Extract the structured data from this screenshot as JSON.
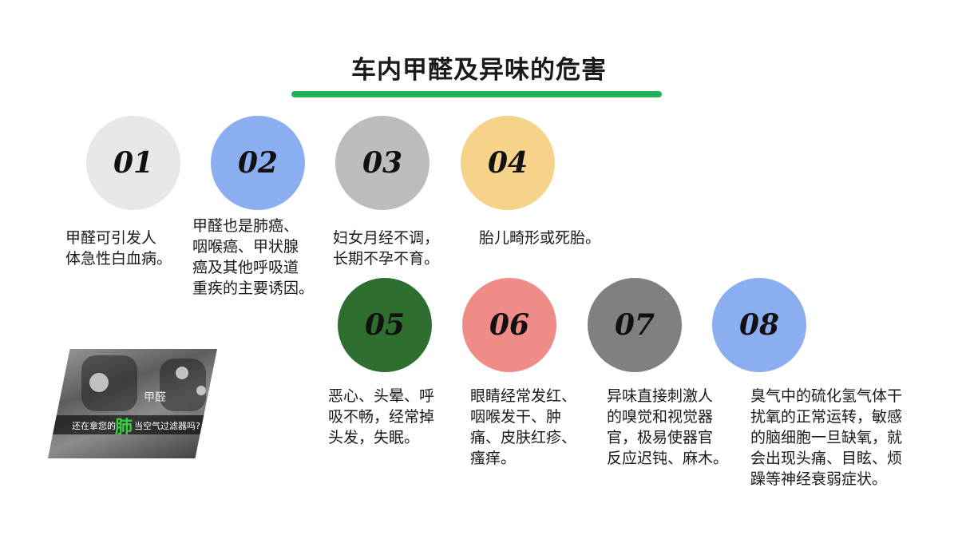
{
  "slide": {
    "title": "车内甲醛及异味的危害",
    "accent_color": "#21b159"
  },
  "items": [
    {
      "num": "01",
      "color": "#e8e6e7",
      "text": "甲醛可引发人\n体急性白血病。"
    },
    {
      "num": "02",
      "color": "#8aaef0",
      "text": "甲醛也是肺癌、\n咽喉癌、甲状腺\n癌及其他呼吸道\n重疾的主要诱因。"
    },
    {
      "num": "03",
      "color": "#bcbcbc",
      "text": "妇女月经不调，\n长期不孕不育。"
    },
    {
      "num": "04",
      "color": "#f7d289",
      "text": "胎儿畸形或死胎。"
    },
    {
      "num": "05",
      "color": "#2f6e31",
      "text": "恶心、头晕、呼\n吸不畅，经常掉\n头发，失眠。"
    },
    {
      "num": "06",
      "color": "#f08c88",
      "text": "眼睛经常发红、\n咽喉发干、肿\n痛、皮肤红疹、\n瘙痒。"
    },
    {
      "num": "07",
      "color": "#808080",
      "text": "异味直接刺激人\n的嗅觉和视觉器\n官，极易使器官\n反应迟钝、麻木。"
    },
    {
      "num": "08",
      "color": "#8aaef0",
      "text": "臭气中的硫化氢气体干\n扰氧的正常运转，敏感\n的脑细胞一旦缺氧，就\n会出现头痛、目眩、烦\n躁等神经衰弱症状。"
    }
  ],
  "photo": {
    "caption_before": "还在拿您的",
    "caption_highlight": "肺",
    "caption_after": "当空气过滤器吗?",
    "overlay_text": "甲醛"
  }
}
